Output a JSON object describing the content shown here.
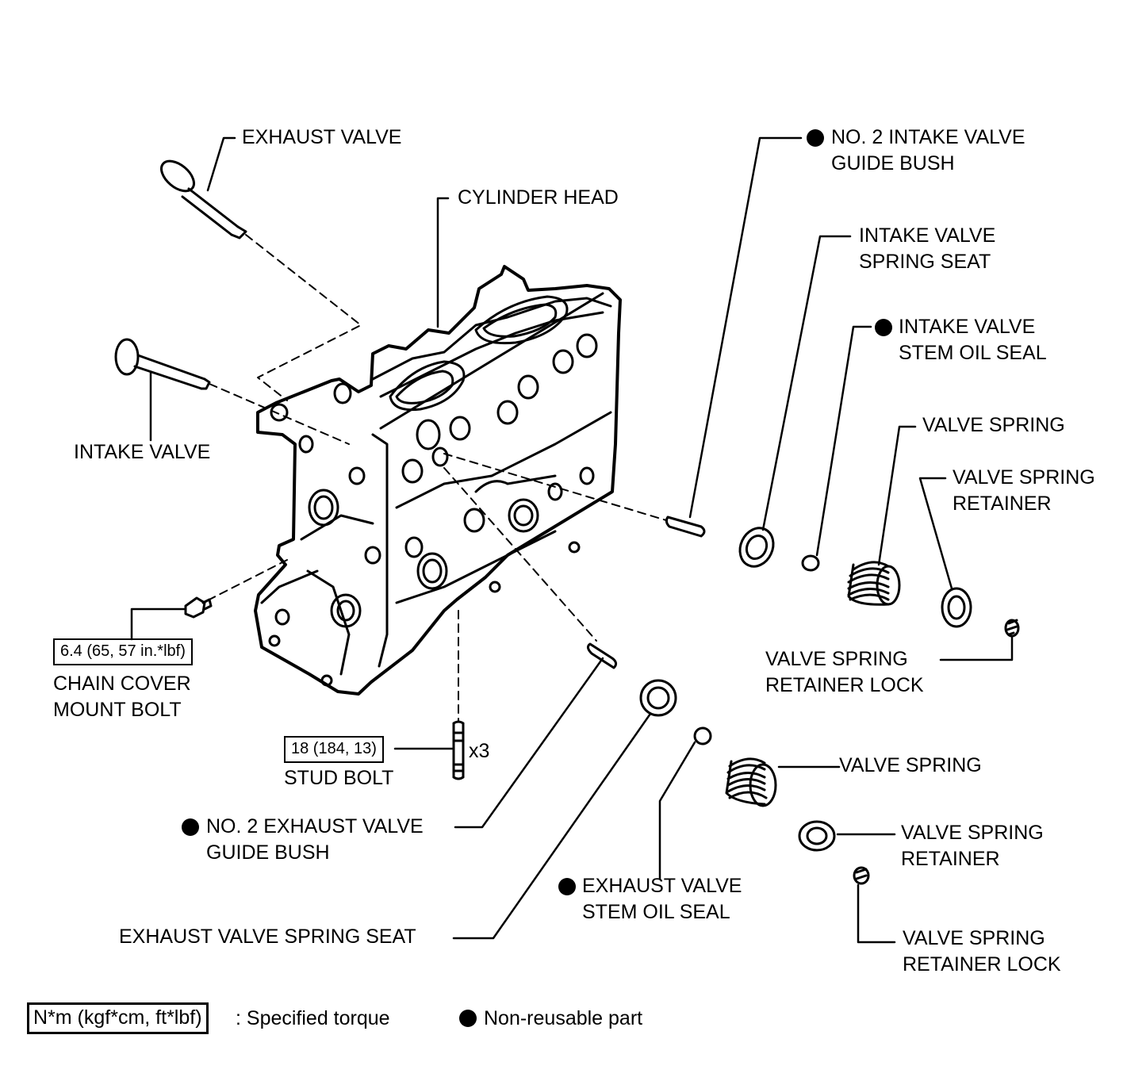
{
  "labels": {
    "exhaust_valve": "EXHAUST VALVE",
    "cylinder_head": "CYLINDER HEAD",
    "intake_valve": "INTAKE VALVE",
    "no2_intake_guide_bush_l1": "NO. 2 INTAKE VALVE",
    "no2_intake_guide_bush_l2": "GUIDE BUSH",
    "intake_spring_seat_l1": "INTAKE VALVE",
    "intake_spring_seat_l2": "SPRING SEAT",
    "intake_stem_oil_seal_l1": "INTAKE VALVE",
    "intake_stem_oil_seal_l2": "STEM OIL SEAL",
    "valve_spring_upper": "VALVE SPRING",
    "retainer_upper_l1": "VALVE SPRING",
    "retainer_upper_l2": "RETAINER",
    "retainer_lock_upper_l1": "VALVE SPRING",
    "retainer_lock_upper_l2": "RETAINER LOCK",
    "chain_cover_bolt_l1": "CHAIN COVER",
    "chain_cover_bolt_l2": "MOUNT BOLT",
    "stud_bolt": "STUD BOLT",
    "stud_qty": "x3",
    "no2_exhaust_guide_bush_l1": "NO. 2 EXHAUST VALVE",
    "no2_exhaust_guide_bush_l2": "GUIDE BUSH",
    "exhaust_spring_seat": "EXHAUST VALVE SPRING SEAT",
    "exhaust_stem_oil_seal_l1": "EXHAUST VALVE",
    "exhaust_stem_oil_seal_l2": "STEM OIL SEAL",
    "valve_spring_lower": "VALVE SPRING",
    "retainer_lower_l1": "VALVE SPRING",
    "retainer_lower_l2": "RETAINER",
    "retainer_lock_lower_l1": "VALVE SPRING",
    "retainer_lock_lower_l2": "RETAINER LOCK"
  },
  "torques": {
    "chain_cover_bolt": "6.4 (65, 57 in.*lbf)",
    "stud_bolt": "18 (184, 13)"
  },
  "legend": {
    "torque_box": "N*m (kgf*cm, ft*lbf)",
    "torque_text": ": Specified torque",
    "nonreusable_text": "Non-reusable part"
  },
  "colors": {
    "ink": "#000000",
    "background": "#ffffff"
  }
}
